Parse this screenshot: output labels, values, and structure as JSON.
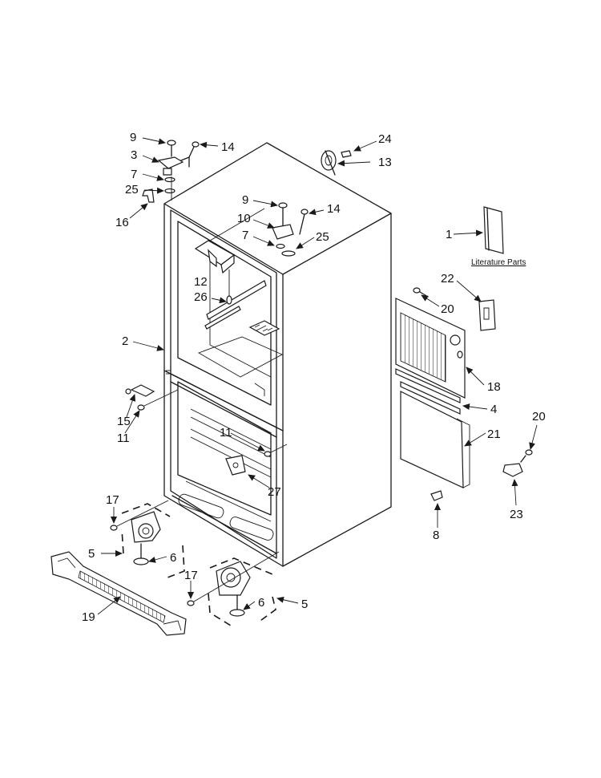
{
  "callouts": [
    {
      "id": "c9a",
      "text": "9"
    },
    {
      "id": "c14a",
      "text": "14"
    },
    {
      "id": "c3",
      "text": "3"
    },
    {
      "id": "c7a",
      "text": "7"
    },
    {
      "id": "c25a",
      "text": "25"
    },
    {
      "id": "c16",
      "text": "16"
    },
    {
      "id": "c24",
      "text": "24"
    },
    {
      "id": "c13",
      "text": "13"
    },
    {
      "id": "c9b",
      "text": "9"
    },
    {
      "id": "c14b",
      "text": "14"
    },
    {
      "id": "c10",
      "text": "10"
    },
    {
      "id": "c7b",
      "text": "7"
    },
    {
      "id": "c25b",
      "text": "25"
    },
    {
      "id": "c1",
      "text": "1"
    },
    {
      "id": "c12",
      "text": "12"
    },
    {
      "id": "c26",
      "text": "26"
    },
    {
      "id": "c22",
      "text": "22"
    },
    {
      "id": "c20a",
      "text": "20"
    },
    {
      "id": "c2",
      "text": "2"
    },
    {
      "id": "c18",
      "text": "18"
    },
    {
      "id": "c15",
      "text": "15"
    },
    {
      "id": "c11a",
      "text": "11"
    },
    {
      "id": "c4",
      "text": "4"
    },
    {
      "id": "c20b",
      "text": "20"
    },
    {
      "id": "c11b",
      "text": "11"
    },
    {
      "id": "c21",
      "text": "21"
    },
    {
      "id": "c27",
      "text": "27"
    },
    {
      "id": "c23",
      "text": "23"
    },
    {
      "id": "c8",
      "text": "8"
    },
    {
      "id": "c17a",
      "text": "17"
    },
    {
      "id": "c5a",
      "text": "5"
    },
    {
      "id": "c6a",
      "text": "6"
    },
    {
      "id": "c17b",
      "text": "17"
    },
    {
      "id": "c6b",
      "text": "6"
    },
    {
      "id": "c5b",
      "text": "5"
    },
    {
      "id": "c19",
      "text": "19"
    }
  ],
  "literature_label": "Literature Parts"
}
